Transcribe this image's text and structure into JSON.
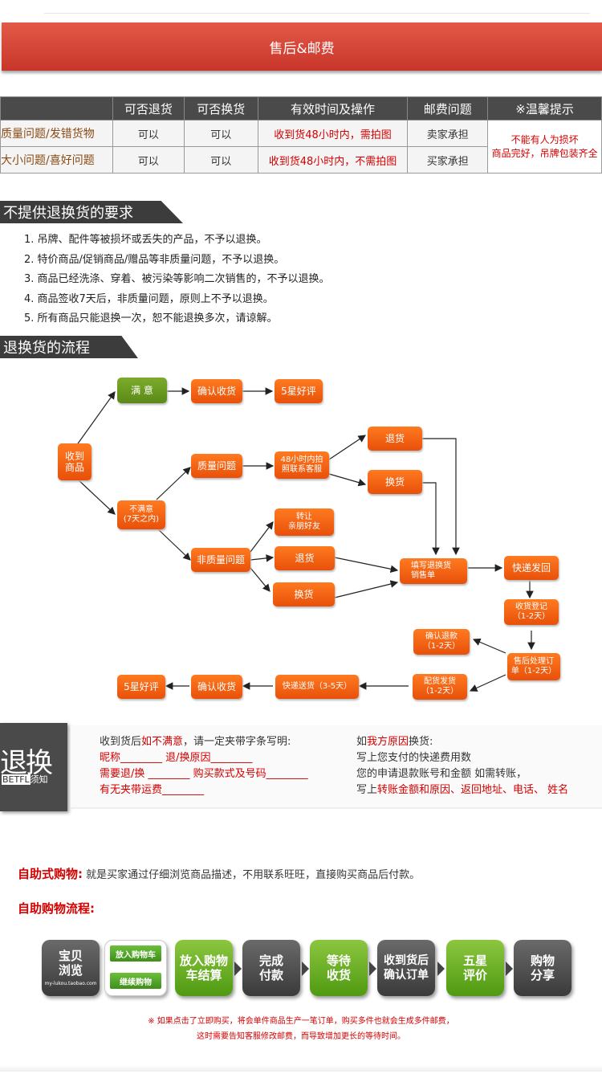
{
  "banner": {
    "title": "售后&邮费"
  },
  "policy": {
    "headers": [
      "",
      "可否退货",
      "可否换货",
      "有效时间及操作",
      "邮费问题",
      "※温馨提示"
    ],
    "rows": [
      [
        "质量问题/发错货物",
        "可以",
        "可以",
        "收到货48小时内，需拍图",
        "卖家承担"
      ],
      [
        "大小问题/喜好问题",
        "可以",
        "可以",
        "收到货48小时内，不需拍图",
        "买家承担"
      ]
    ],
    "tip": "不能有人为损坏\n商品完好，吊牌包装齐全"
  },
  "no_return": {
    "title": "不提供退换货的要求",
    "items": [
      "1. 吊牌、配件等被损坏或丢失的产品，不予以退换。",
      "2. 特价商品/促销商品/赠品等非质量问题，不予以退换。",
      "3. 商品已经洗涤、穿着、被污染等影响二次销售的，不予以退换。",
      "4. 商品签收7天后，非质量问题，原则上不予以退换。",
      "5.  所有商品只能退换一次，恕不能退换多次，请谅解。"
    ]
  },
  "flow": {
    "title": "退换货的流程",
    "received": "收到\n商品",
    "satisfied": "满  意",
    "confirm1": "确认收货",
    "star1": "5星好评",
    "unsatisfied": "不满意\n(7天之内)",
    "quality": "质量问题",
    "h48": "48小时内拍\n照联系客服",
    "return1": "退货",
    "exchange1": "换货",
    "nonquality": "非质量问题",
    "transfer": "转让\n亲朋好友",
    "return2": "退货",
    "exchange2": "换货",
    "fill": "填写退换货\n销售单",
    "express_back": "快递发回",
    "register": "收货登记\n（1-2天）",
    "confirm_refund": "确认退款\n（1-2天）",
    "aftersale": "售后处理订\n单（1-2天）",
    "ship": "配货发货\n（1-2天）",
    "express_send": "快递送货（3-5天）",
    "confirm2": "确认收货",
    "star2": "5星好评"
  },
  "notice": {
    "big": "退换",
    "brand": "BETFL",
    "brand_suffix": "须知",
    "left_line1_a": "收到货后",
    "left_line1_b": "如不满意",
    "left_line1_c": "，请一定夹带字条写明:",
    "left_line2": "昵称________  退/换原因________",
    "left_line3": "需要退/换 ________  购买款式及号码________",
    "left_line4": "有无夹带运费________",
    "right_line1_a": "如",
    "right_line1_b": "我方原因",
    "right_line1_c": "换货:",
    "right_line2": "写上您支付的快递费用数",
    "right_line3": "您的申请退款账号和金额 如需转账，",
    "right_line4_a": "写上",
    "right_line4_b": "转账金额和原因、返回地址、电话、 姓名"
  },
  "selfbuy": {
    "label": "自助式购物:",
    "text": " 就是买家通过仔细浏览商品描述，不用联系旺旺，直接购买商品后付款。",
    "flow_title": "自助购物流程:"
  },
  "steps": {
    "browse": "宝贝\n浏览",
    "browse_url": "my-lukou.taobao.com",
    "cart_btn": "放入购物车",
    "continue_btn": "继续购物",
    "s1": "放入购物\n车结算",
    "s2": "完成\n付款",
    "s3": "等待\n收货",
    "s4": "收到货后\n确认订单",
    "s5": "五星\n评价",
    "s6": "购物\n分享"
  },
  "footnote": {
    "line1": "※ 如果点击了立即购买，将会单件商品生产一笔订单，购买多件也就会生成多件邮费，",
    "line2": "这时需要告知客服修改邮费，而导致增加更长的等待时间。"
  }
}
